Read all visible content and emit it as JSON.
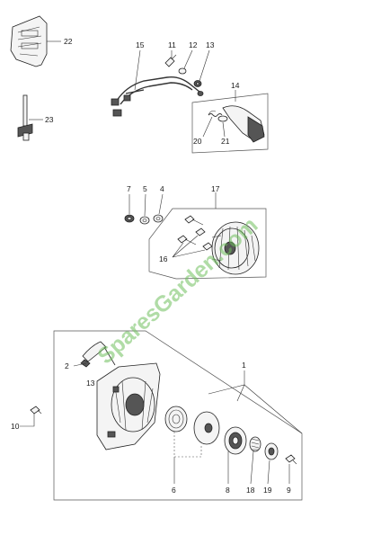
{
  "callouts": [
    "22",
    "15",
    "11",
    "12",
    "13",
    "14",
    "23",
    "20",
    "21",
    "7",
    "5",
    "4",
    "17",
    "16",
    "2",
    "13",
    "1",
    "10",
    "6",
    "8",
    "18",
    "19",
    "9"
  ],
  "watermark": "SparesGarden.com"
}
